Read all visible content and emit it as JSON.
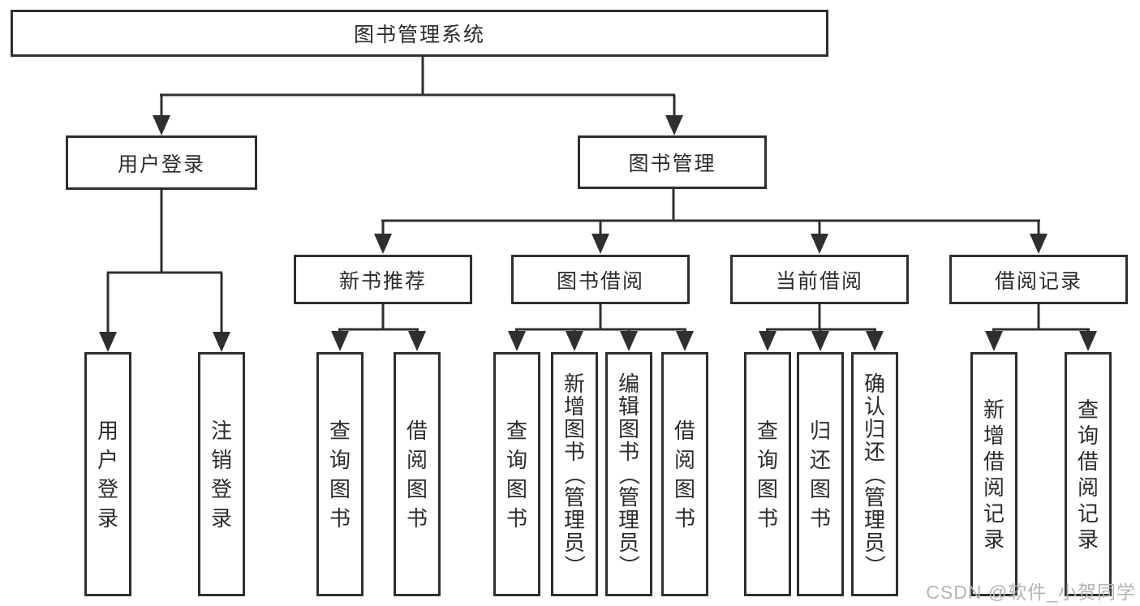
{
  "nodes": {
    "root": "图书管理系统",
    "user_login": "用户登录",
    "book_mgmt": "图书管理",
    "new_books": "新书推荐",
    "book_borrow": "图书借阅",
    "current_borrow": "当前借阅",
    "borrow_records": "借阅记录",
    "leaves": [
      {
        "label": "用户登录"
      },
      {
        "label": "注销登录"
      },
      {
        "label": "查询图书"
      },
      {
        "label": "借阅图书"
      },
      {
        "label": "查询图书"
      },
      {
        "label": "新增图书（管理员）"
      },
      {
        "label": "编辑图书（管理员）"
      },
      {
        "label": "借阅图书"
      },
      {
        "label": "查询图书"
      },
      {
        "label": "归还图书"
      },
      {
        "label": "确认归还（管理员）"
      },
      {
        "label": "新增借阅记录"
      },
      {
        "label": "查询借阅记录"
      }
    ]
  },
  "watermark": "CSDN @软件_小贺同学",
  "colors": {
    "line": "#2f2f2f",
    "border": "#2e2e2e",
    "text": "#2b2b2b",
    "watermark": "#b4b4b4",
    "background": "#ffffff"
  }
}
